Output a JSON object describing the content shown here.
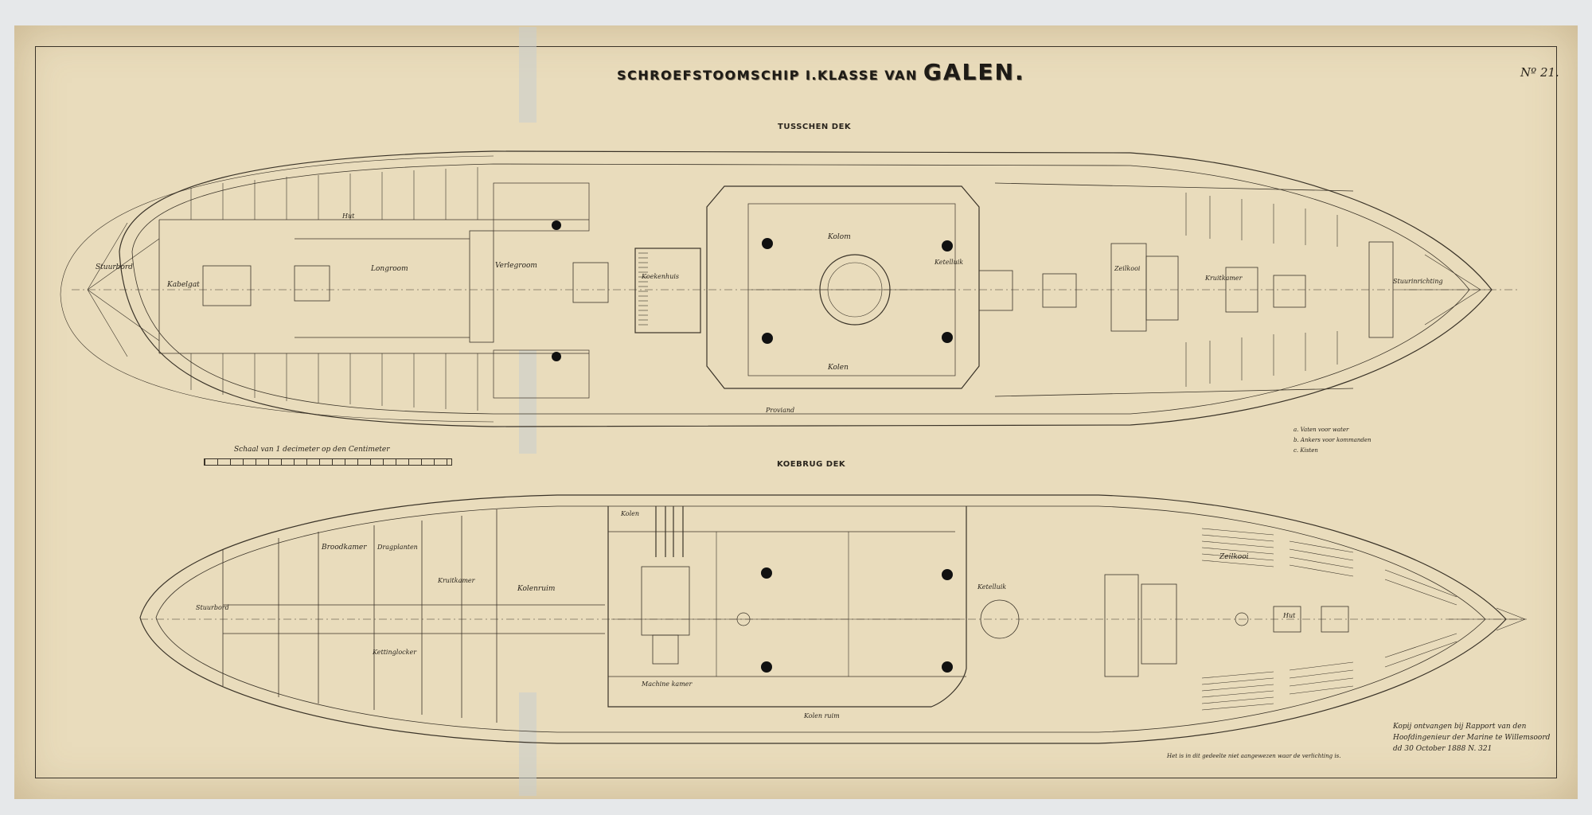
{
  "sheet": {
    "title_prefix": "SCHROEFSTOOMSCHIP I.KLASSE VAN",
    "title_ship": "GALEN.",
    "sheet_number": "Nº 21."
  },
  "decks": {
    "upper_label": "TUSSCHEN DEK",
    "lower_label": "KOEBRUG DEK"
  },
  "scale": {
    "label": "Schaal van 1 decimeter op den Centimeter"
  },
  "legend": {
    "items": [
      "a. Vaten voor water",
      "b. Ankers voor kommanden",
      "c. Kisten"
    ]
  },
  "stamp": {
    "lines": [
      "Kopij ontvangen bij Rapport van den",
      "Hoofdingenieur der Marine te Willemsoord",
      "dd 30 October 1888 N. 321"
    ]
  },
  "note": {
    "text": "Het is in dit gedeelte niet aangewezen waar de verlichting is."
  },
  "upper_labels": [
    "Stuurbord",
    "Kabelgat",
    "Longroom",
    "Verlegroom",
    "Kolom",
    "Kolen",
    "Koekenhuis",
    "Ketelluik",
    "Zeilkooi",
    "Proviand",
    "Kruitkamer",
    "Hut",
    "Stuurinrichting"
  ],
  "lower_labels": [
    "Kolen",
    "Kolenruim",
    "Broodkamer",
    "Dragplanten",
    "Kruitkamer",
    "Kettinglocker",
    "Zeilkooi",
    "Machine kamer",
    "Ketelluik",
    "Kolen ruim",
    "Stuurbord",
    "Hut"
  ],
  "colors": {
    "paper": "#e9dcbc",
    "ink": "#3a3328",
    "fine_ink": "#6b5f4d"
  }
}
